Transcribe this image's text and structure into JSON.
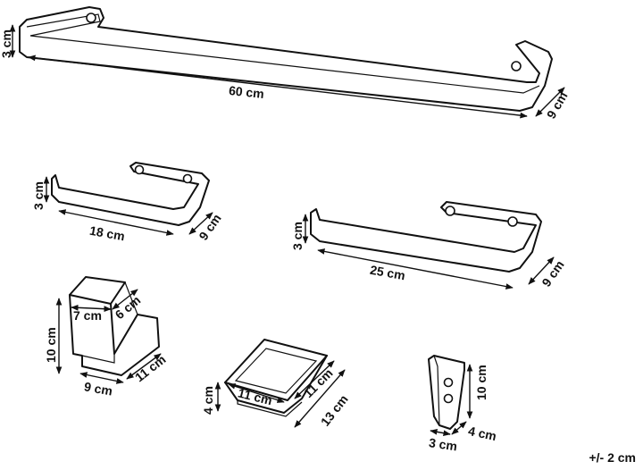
{
  "labels": {
    "bar60_height": "3 cm",
    "bar60_length": "60 cm",
    "bar60_depth": "9 cm",
    "bar18_height": "3 cm",
    "bar18_length": "18 cm",
    "bar18_depth": "9 cm",
    "bar25_height": "3 cm",
    "bar25_length": "25 cm",
    "bar25_depth": "9 cm",
    "cup_top_w": "7 cm",
    "cup_top_d": "6 cm",
    "cup_height": "10 cm",
    "cup_base_w": "9 cm",
    "cup_base_d": "11 cm",
    "dish_height": "4 cm",
    "dish_w": "11 cm",
    "dish_d": "11 cm",
    "dish_outer": "13 cm",
    "hook_height": "10 cm",
    "hook_w": "3 cm",
    "hook_d": "4 cm",
    "tolerance": "+/- 2 cm"
  }
}
